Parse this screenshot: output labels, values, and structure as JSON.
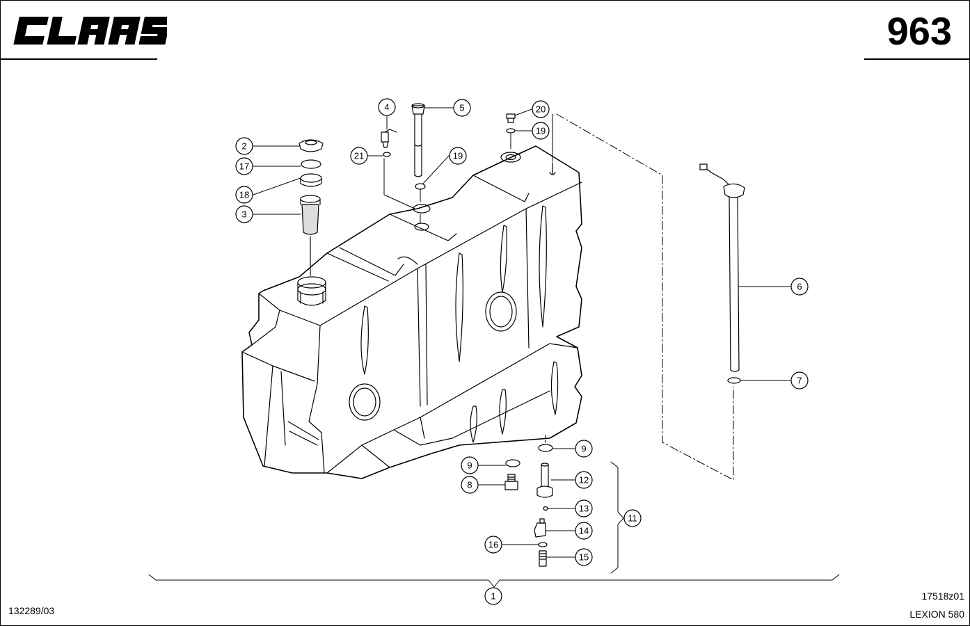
{
  "header": {
    "brand_logo": "CLAAS",
    "page_number": "963"
  },
  "footer": {
    "document_number": "132289/03",
    "drawing_number": "17518z01",
    "model": "LEXION 580"
  },
  "callouts": {
    "c1": "1",
    "c2": "2",
    "c3": "3",
    "c4": "4",
    "c5": "5",
    "c6": "6",
    "c7": "7",
    "c8": "8",
    "c9a": "9",
    "c9b": "9",
    "c11": "11",
    "c12": "12",
    "c13": "13",
    "c14": "14",
    "c15": "15",
    "c16": "16",
    "c17": "17",
    "c18": "18",
    "c19a": "19",
    "c19b": "19",
    "c20": "20",
    "c21": "21"
  },
  "icons": {
    "logo": "claas-logo"
  }
}
